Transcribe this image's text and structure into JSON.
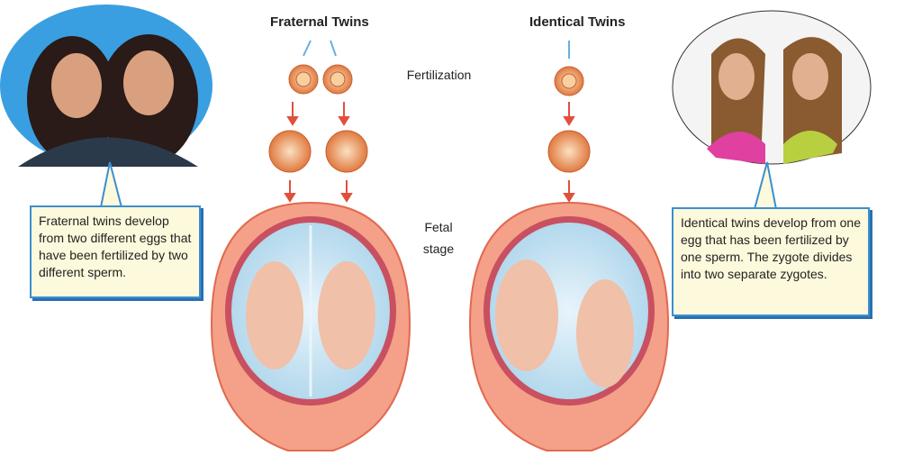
{
  "headings": {
    "fraternal": "Fraternal Twins",
    "identical": "Identical Twins"
  },
  "stages": {
    "fertilization": "Fertilization",
    "fetal": "Fetal stage"
  },
  "callouts": {
    "fraternal": "Fraternal twins develop from two different eggs that have been fertilized by two different sperm.",
    "identical": "Identical twins develop from one egg that has been fertilized by one sperm. The zygote  divides into two separate zygotes."
  },
  "colors": {
    "callout_border": "#3b8fd0",
    "callout_bg": "#fdf9dc",
    "arrow": "#e0503a",
    "egg": "#e8955a",
    "uterus": "#f08a70"
  }
}
